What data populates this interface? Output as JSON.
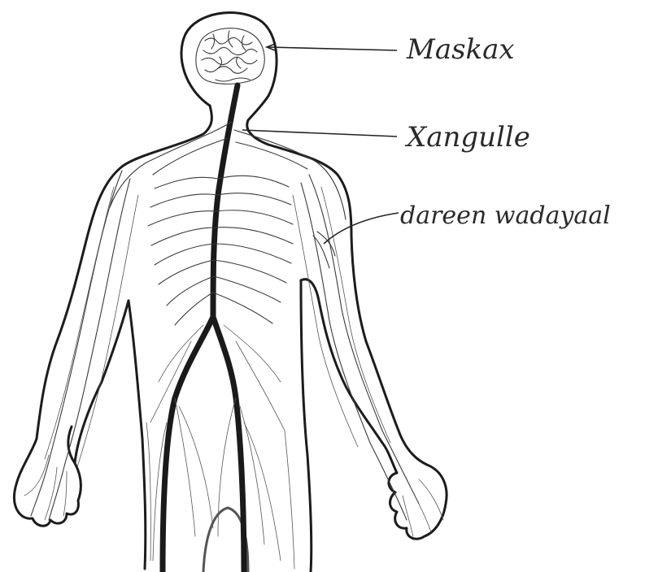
{
  "labels": {
    "brain": "Maskax",
    "spinal_cord": "Xangulle",
    "nerves": "dareen wadayaal"
  },
  "colors": {
    "ink": "#1c1c1c",
    "paper": "#ffffff"
  }
}
